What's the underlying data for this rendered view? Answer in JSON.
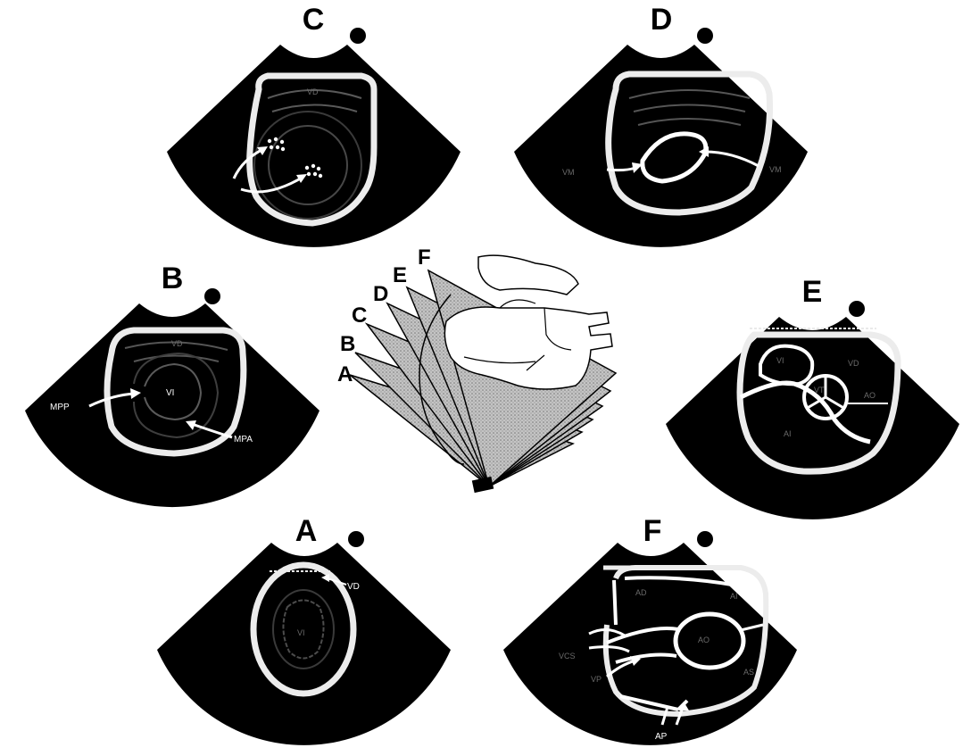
{
  "panels": {
    "C": {
      "letter": "C",
      "labels": {
        "vd": "VD"
      }
    },
    "D": {
      "letter": "D",
      "labels": {
        "vm": "VM",
        "vm2": "VM"
      }
    },
    "B": {
      "letter": "B",
      "labels": {
        "mpp": "MPP",
        "vi": "VI",
        "mpa": "MPA",
        "vd": "VD"
      }
    },
    "E": {
      "letter": "E",
      "labels": {
        "vi": "VI",
        "vd": "VD",
        "ao": "AO",
        "ai": "AI",
        "vt": "VT"
      }
    },
    "A": {
      "letter": "A",
      "labels": {
        "vd": "VD",
        "vi": "VI"
      }
    },
    "F": {
      "letter": "F",
      "labels": {
        "ad": "AD",
        "ao": "AO",
        "ai": "AI",
        "vp": "VP",
        "vcs": "VCS",
        "ap": "AP",
        "as": "AS"
      }
    }
  },
  "center": {
    "letters": [
      "A",
      "B",
      "C",
      "D",
      "E",
      "F"
    ]
  },
  "colors": {
    "ink": "#000000",
    "paper": "#ffffff",
    "plane": "#b8b8b8",
    "echo": "#cfcfcf"
  }
}
